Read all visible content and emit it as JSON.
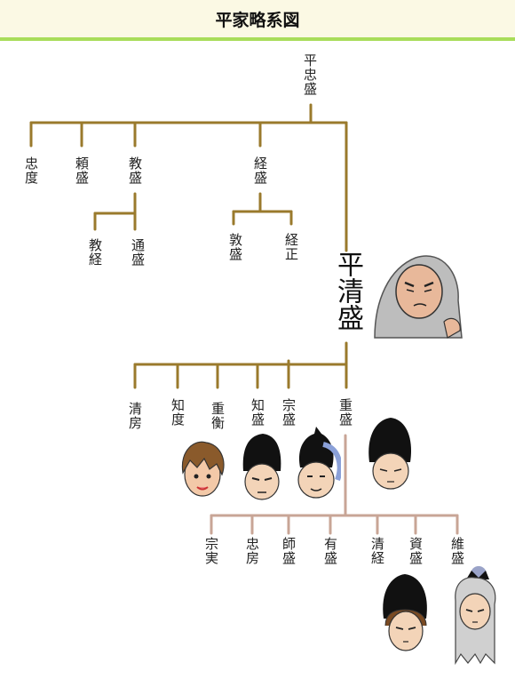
{
  "title": "平家略系図",
  "colors": {
    "line_upper": "#9a7a2c",
    "line_lower": "#c8a596",
    "header_bg": "#fbf9e4",
    "header_bar": "#a8dd5a"
  },
  "persons": {
    "tadamori": "平忠盛",
    "tadanori": "忠度",
    "yorimori": "頼盛",
    "norimori": "教盛",
    "tsunemori": "経盛",
    "noritsune": "教経",
    "michimori": "通盛",
    "atsumori": "敦盛",
    "tsunemasa": "経正",
    "kiyomori": "平清盛",
    "kiyofusa": "清房",
    "tomonori": "知度",
    "shigehira": "重衡",
    "tomomori": "知盛",
    "munemori": "宗盛",
    "shigemori": "重盛",
    "munezane": "宗実",
    "tadafusa": "忠房",
    "morotsune": "師盛",
    "arimori": "有盛",
    "kiyotsune": "清経",
    "sukemori": "資盛",
    "koremori": "維盛"
  }
}
